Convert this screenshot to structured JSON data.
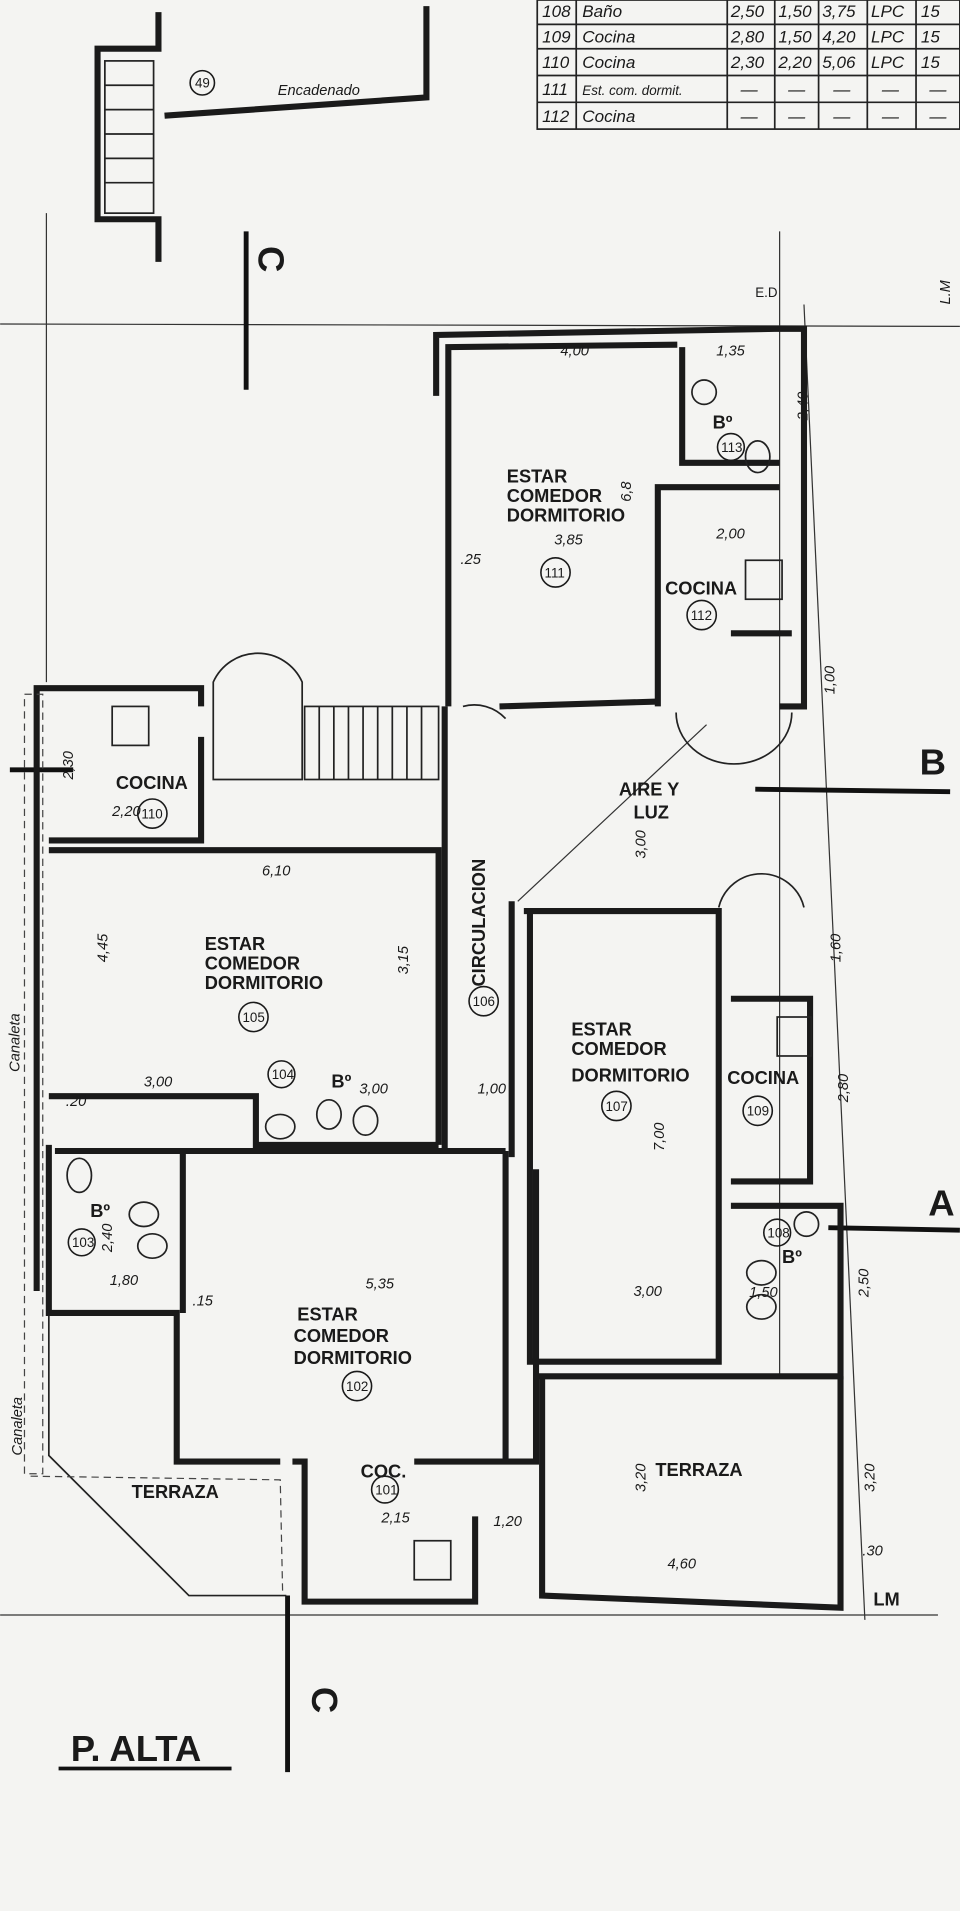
{
  "schedule_table": {
    "rows": [
      {
        "id": "108",
        "name": "Baño",
        "a": "2,50",
        "b": "1,50",
        "c": "3,75",
        "d": "LPC",
        "e": "15"
      },
      {
        "id": "109",
        "name": "Cocina",
        "a": "2,80",
        "b": "1,50",
        "c": "4,20",
        "d": "LPC",
        "e": "15"
      },
      {
        "id": "110",
        "name": "Cocina",
        "a": "2,30",
        "b": "2,20",
        "c": "5,06",
        "d": "LPC",
        "e": "15"
      },
      {
        "id": "111",
        "name": "Est. com. dormit.",
        "a": "—",
        "b": "—",
        "c": "—",
        "d": "—",
        "e": "—"
      },
      {
        "id": "112",
        "name": "Cocina",
        "a": "—",
        "b": "—",
        "c": "—",
        "d": "—",
        "e": "—"
      }
    ]
  },
  "top_detail": {
    "label": "Encadenado",
    "number": "49"
  },
  "rooms": {
    "r111": {
      "l1": "ESTAR",
      "l2": "COMEDOR",
      "l3": "DORMITORIO",
      "n": "111"
    },
    "r112": {
      "l1": "COCINA",
      "n": "112"
    },
    "r113": {
      "l1": "Bº",
      "n": "113"
    },
    "r110": {
      "l1": "COCINA",
      "n": "110"
    },
    "r105": {
      "l1": "ESTAR",
      "l2": "COMEDOR",
      "l3": "DORMITORIO",
      "n": "105"
    },
    "r104": {
      "l1": "Bº",
      "n": "104"
    },
    "r106": {
      "l1": "CIRCULACION",
      "n": "106"
    },
    "r107": {
      "l1": "ESTAR",
      "l2": "COMEDOR",
      "l3": "DORMITORIO",
      "n": "107"
    },
    "r109": {
      "l1": "COCINA",
      "n": "109"
    },
    "r108": {
      "l1": "Bº",
      "n": "108"
    },
    "r103": {
      "l1": "Bº",
      "n": "103"
    },
    "r102": {
      "l1": "ESTAR",
      "l2": "COMEDOR",
      "l3": "DORMITORIO",
      "n": "102"
    },
    "r101": {
      "l1": "COC.",
      "n": "101"
    },
    "aire": {
      "l1": "AIRE Y",
      "l2": "LUZ"
    },
    "terraza1": "TERRAZA",
    "terraza2": "TERRAZA"
  },
  "dims": [
    "4,00",
    "1,35",
    "2,40",
    "3,85",
    "2,00",
    "6,10",
    "3,15",
    "4,45",
    "2,30",
    "2,20",
    "3,00",
    "3,00",
    "1,00",
    "7,00",
    "3,00",
    "2,80",
    "1,80",
    "2,40",
    "5,35",
    "1,50",
    "2,15",
    "1,20",
    "4,60",
    "3,20",
    "3,20",
    "2,50",
    "1,60",
    "3,00",
    "1,00",
    ".20",
    ".25",
    ".15",
    ".30",
    "6,8"
  ],
  "section_marks": {
    "b": "B",
    "a": "A",
    "c_top": "C",
    "c_bottom": "C"
  },
  "side_labels": {
    "canaleta1": "Canaleta",
    "canaleta2": "Canaleta",
    "lm": "LM",
    "lm2": "L.M",
    "ed": "E.D"
  },
  "plan_title": "P. ALTA"
}
